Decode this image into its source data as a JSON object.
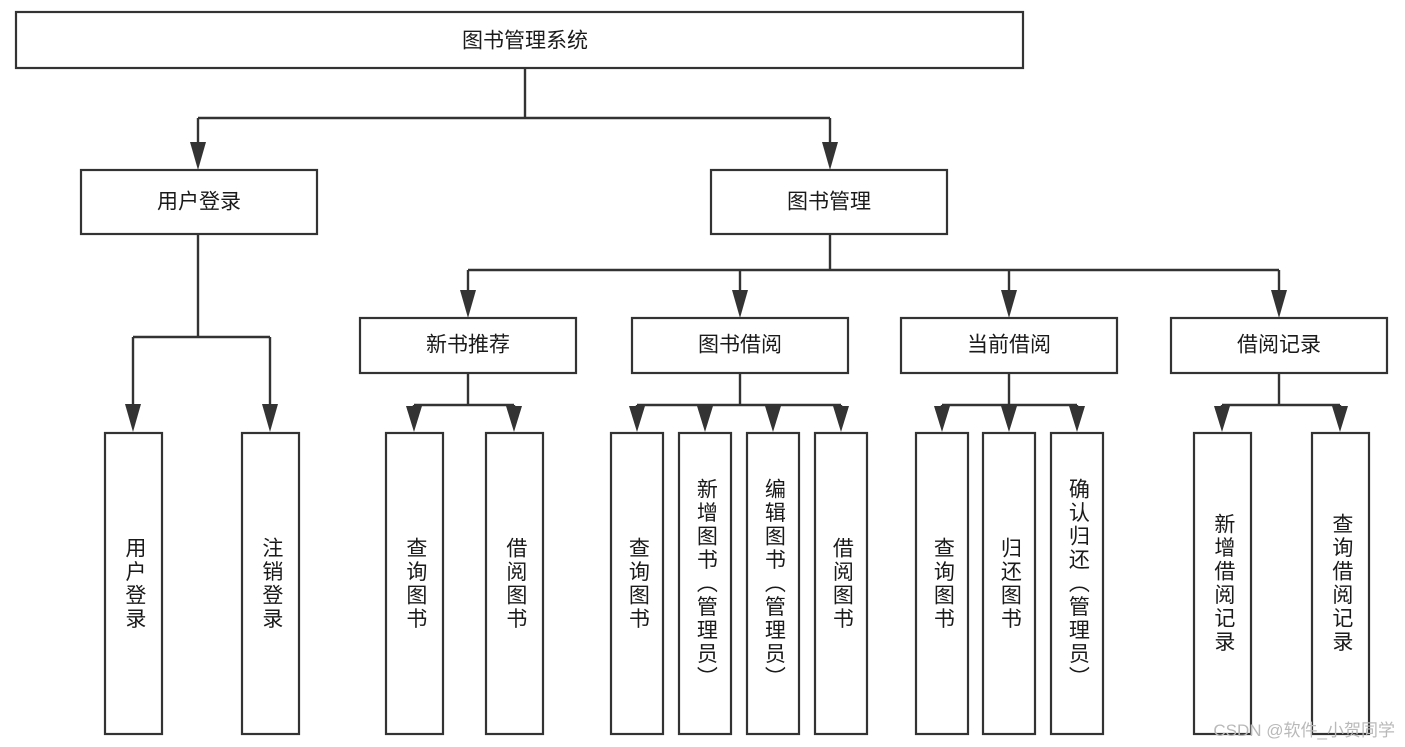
{
  "diagram": {
    "type": "tree",
    "title": "图书管理系统",
    "watermark": "CSDN @软件_小贺同学",
    "colors": {
      "stroke": "#333333",
      "fill": "#ffffff",
      "text": "#1a1a1a",
      "watermark": "#b9b9b9"
    },
    "levels": {
      "root": {
        "label": "图书管理系统"
      },
      "level2": [
        {
          "id": "user-login",
          "label": "用户登录"
        },
        {
          "id": "book-manage",
          "label": "图书管理"
        }
      ],
      "level3": [
        {
          "id": "new-book-recommend",
          "label": "新书推荐"
        },
        {
          "id": "book-borrow",
          "label": "图书借阅"
        },
        {
          "id": "current-borrow",
          "label": "当前借阅"
        },
        {
          "id": "borrow-record",
          "label": "借阅记录"
        }
      ],
      "leaves": {
        "user-login": [
          {
            "id": "leaf-user-login",
            "label": "用户登录"
          },
          {
            "id": "leaf-logout-login",
            "label": "注销登录"
          }
        ],
        "new-book-recommend": [
          {
            "id": "leaf-query-book-1",
            "label": "查询图书"
          },
          {
            "id": "leaf-borrow-book-1",
            "label": "借阅图书"
          }
        ],
        "book-borrow": [
          {
            "id": "leaf-query-book-2",
            "label": "查询图书"
          },
          {
            "id": "leaf-add-book",
            "label": "新增图书（管理员）"
          },
          {
            "id": "leaf-edit-book",
            "label": "编辑图书（管理员）"
          },
          {
            "id": "leaf-borrow-book-2",
            "label": "借阅图书"
          }
        ],
        "current-borrow": [
          {
            "id": "leaf-query-book-3",
            "label": "查询图书"
          },
          {
            "id": "leaf-return-book",
            "label": "归还图书"
          },
          {
            "id": "leaf-confirm-return",
            "label": "确认归还（管理员）"
          }
        ],
        "borrow-record": [
          {
            "id": "leaf-add-record",
            "label": "新增借阅记录"
          },
          {
            "id": "leaf-query-record",
            "label": "查询借阅记录"
          }
        ]
      }
    }
  }
}
